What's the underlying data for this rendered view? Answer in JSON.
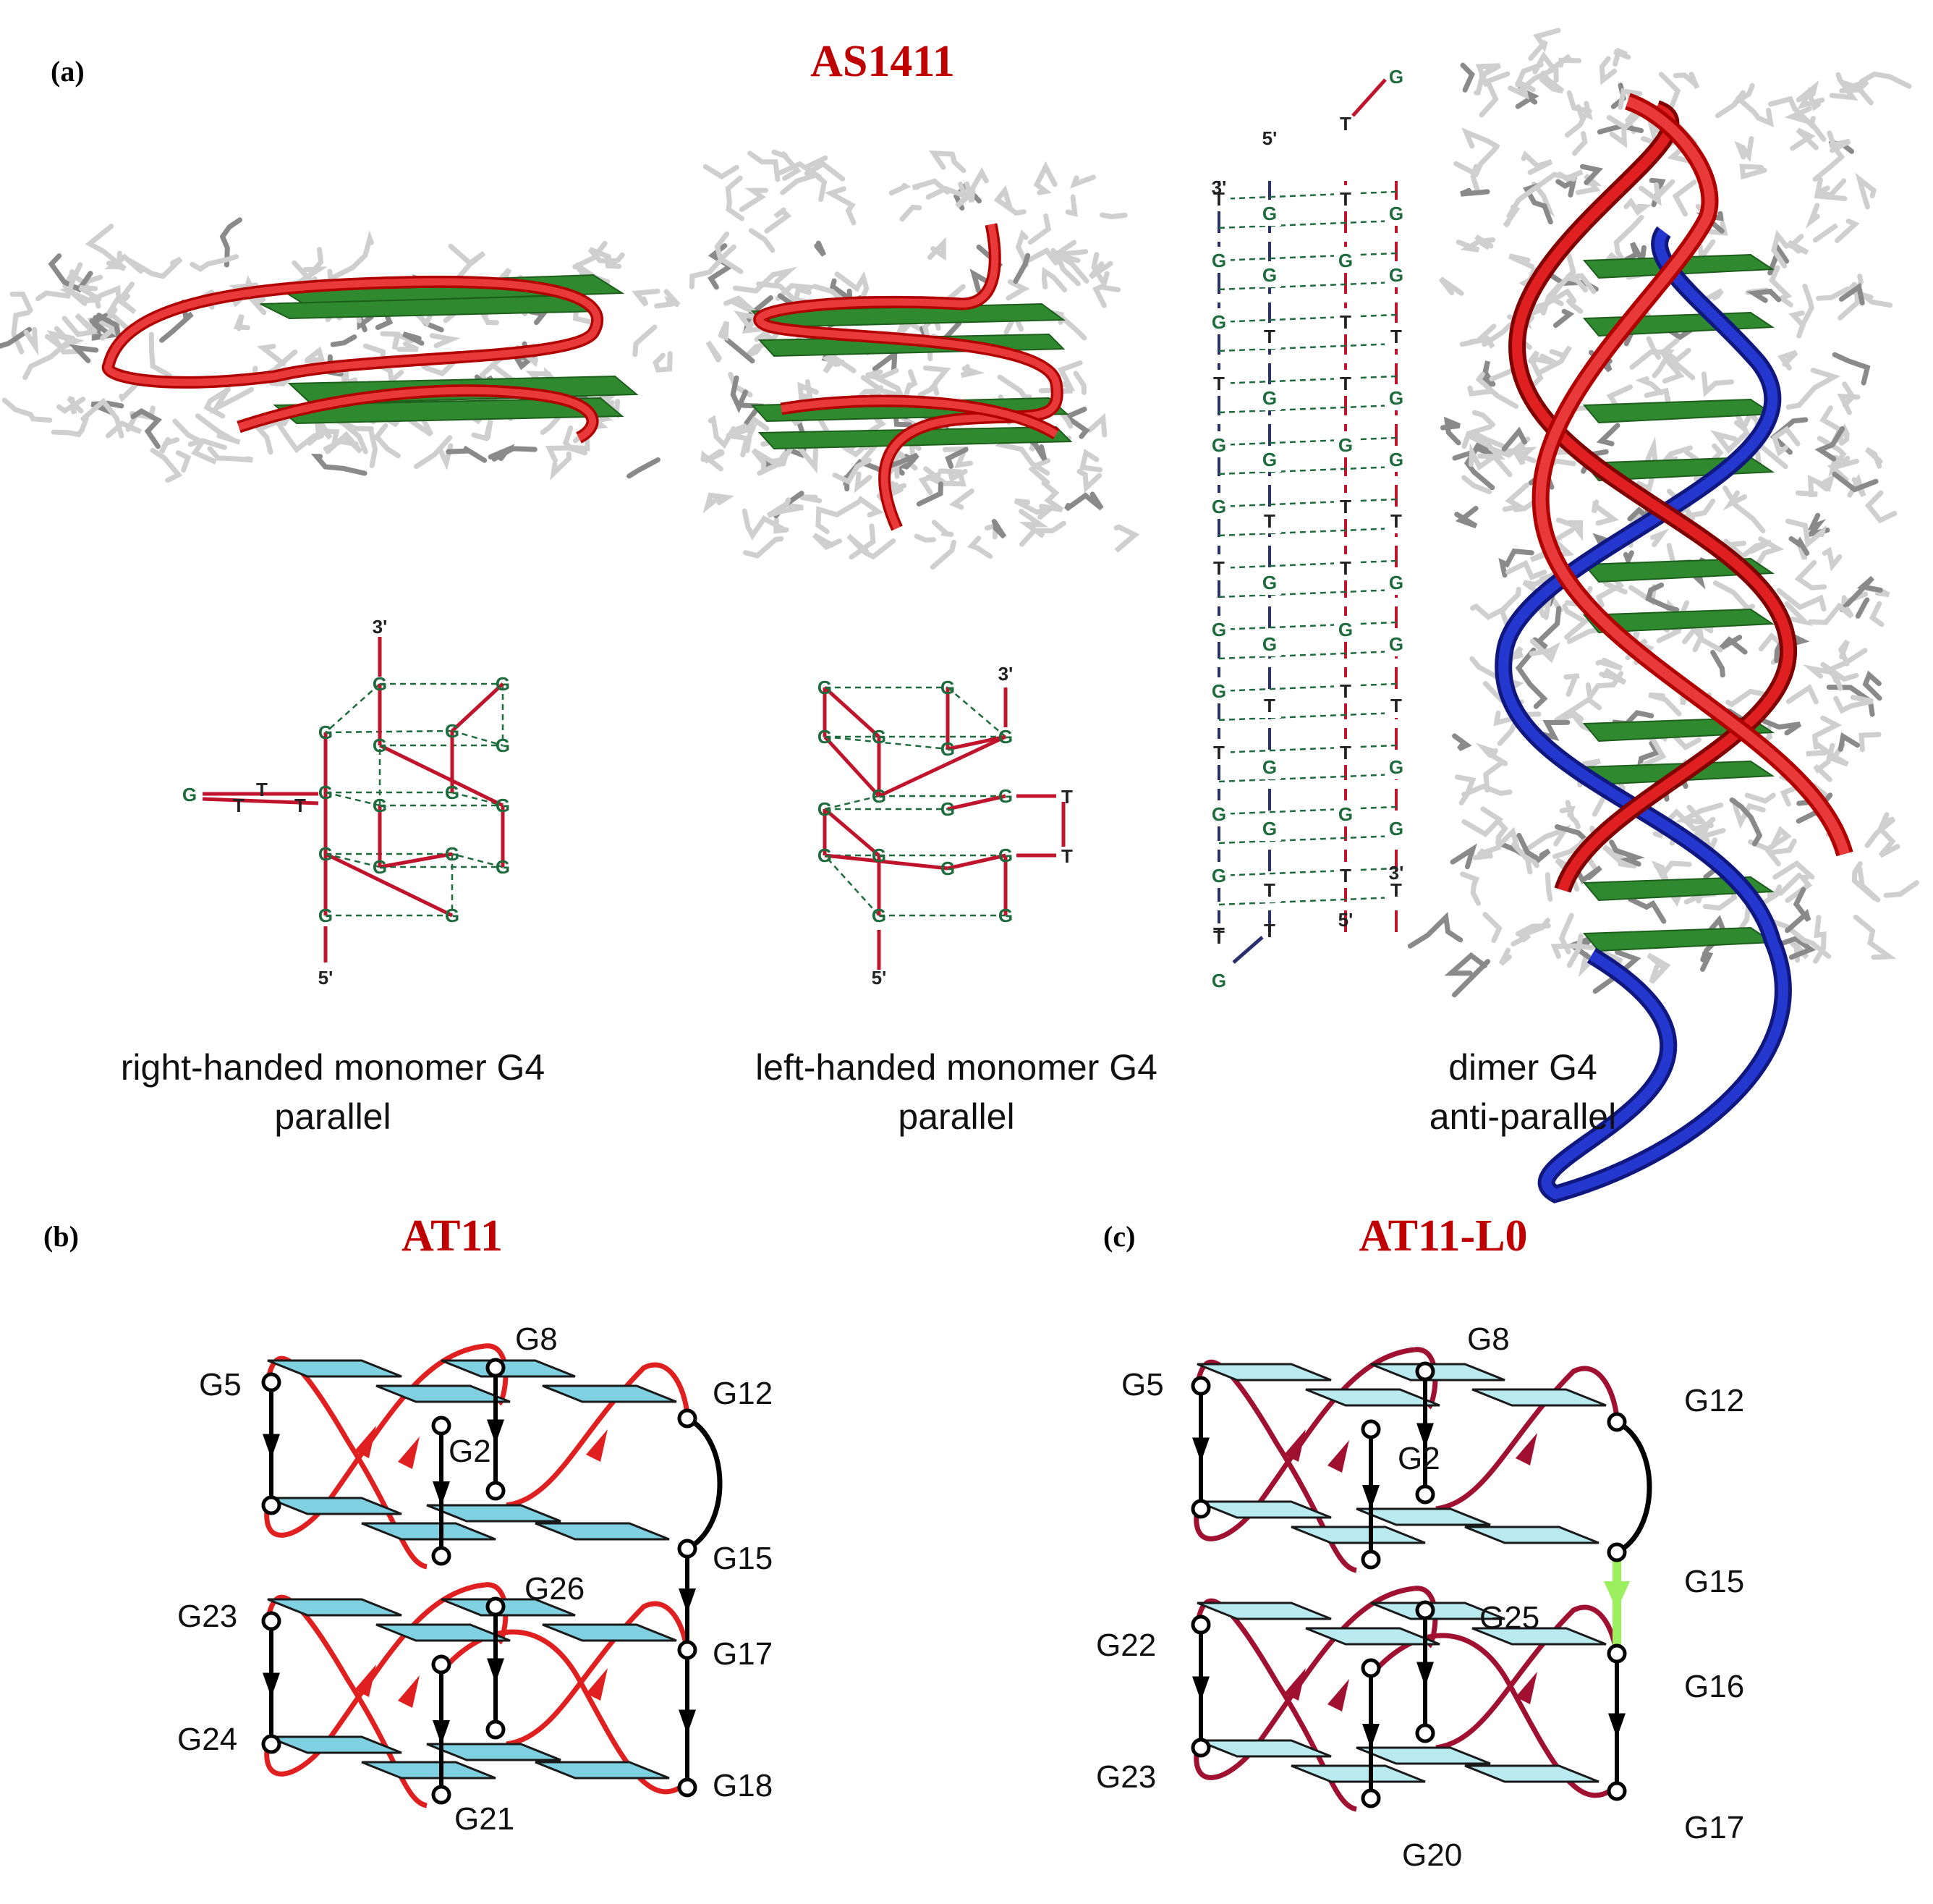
{
  "panel_a": {
    "label": "(a)",
    "title": "AS1411",
    "captions": [
      {
        "line1": "right-handed monomer G4",
        "line2": "parallel"
      },
      {
        "line1": "left-handed monomer G4",
        "line2": "parallel"
      },
      {
        "line1": "dimer G4",
        "line2": "anti-parallel"
      }
    ],
    "schematic_labels": {
      "five_prime": "5'",
      "three_prime": "3'",
      "g": "G",
      "t": "T"
    }
  },
  "panel_b": {
    "label": "(b)",
    "title": "AT11",
    "residues": [
      "G5",
      "G8",
      "G12",
      "G2",
      "G15",
      "G23",
      "G26",
      "G17",
      "G24",
      "G21",
      "G18"
    ]
  },
  "panel_c": {
    "label": "(c)",
    "title": "AT11-L0",
    "residues": [
      "G5",
      "G8",
      "G12",
      "G2",
      "G15",
      "G22",
      "G25",
      "G16",
      "G23",
      "G20",
      "G17"
    ]
  },
  "colors": {
    "title_red": "#c00000",
    "ribbon_red": "#e02020",
    "ribbon_darkred": "#a01030",
    "ribbon_blue": "#1a2aa8",
    "tetrad_green": "#2f8a2f",
    "plane_cyan": "#7fd0e0",
    "plane_lightcyan": "#b8eaf0",
    "linker_green": "#9cf060"
  }
}
